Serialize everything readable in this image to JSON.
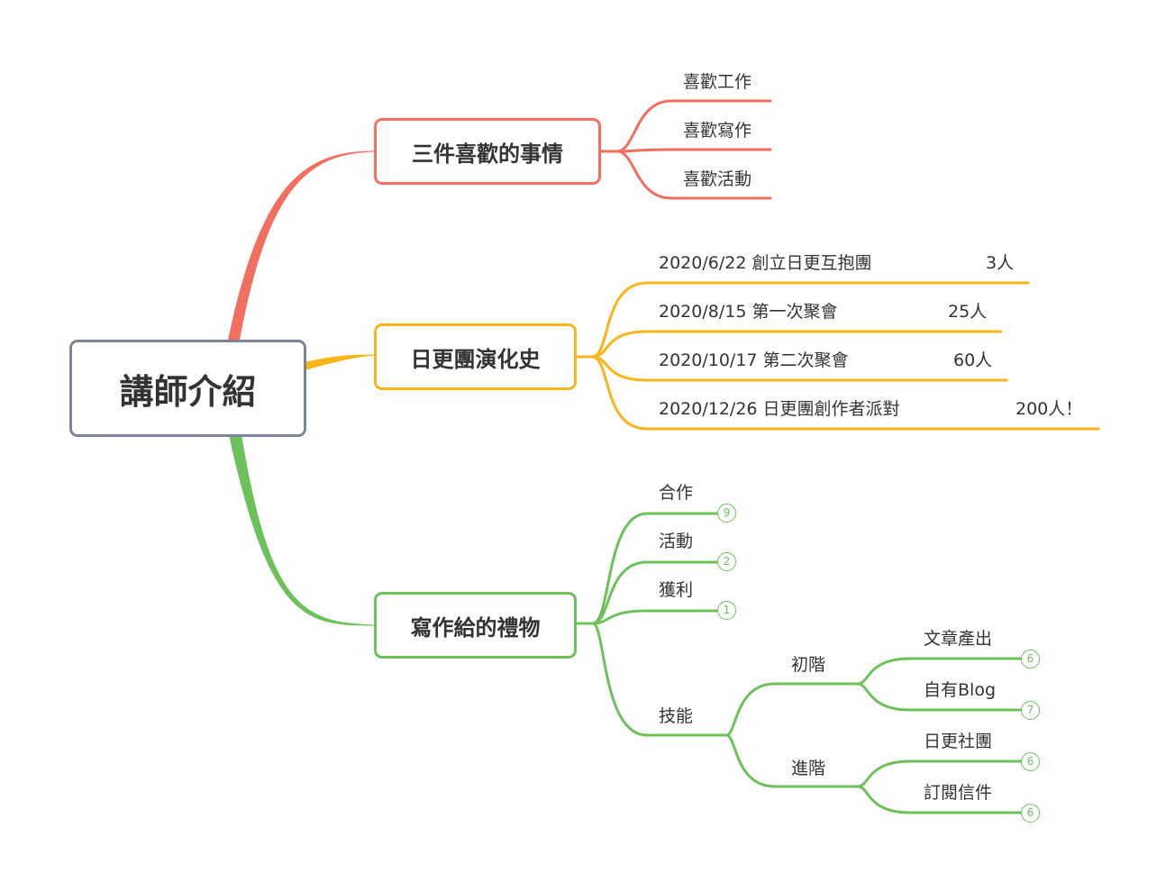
{
  "root": {
    "label": "講師介紹"
  },
  "branches": [
    {
      "label": "三件喜歡的事情",
      "color": "#f26f5f",
      "children": [
        {
          "label": "喜歡工作"
        },
        {
          "label": "喜歡寫作"
        },
        {
          "label": "喜歡活動"
        }
      ]
    },
    {
      "label": "日更團演化史",
      "color": "#f9b51a",
      "children": [
        {
          "label": "2020/6/22  創立日更互抱團",
          "count": "3人"
        },
        {
          "label": "2020/8/15  第一次聚會",
          "count": "25人"
        },
        {
          "label": "2020/10/17 第二次聚會",
          "count": "60人"
        },
        {
          "label": "2020/12/26  日更團創作者派對",
          "count": "200人！"
        }
      ]
    },
    {
      "label": "寫作給的禮物",
      "color": "#6cc15a",
      "children": [
        {
          "label": "合作",
          "badge": "9"
        },
        {
          "label": "活動",
          "badge": "2"
        },
        {
          "label": "獲利",
          "badge": "1"
        },
        {
          "label": "技能",
          "children": [
            {
              "label": "初階",
              "children": [
                {
                  "label": "文章產出",
                  "badge": "6"
                },
                {
                  "label": "自有Blog",
                  "badge": "7"
                }
              ]
            },
            {
              "label": "進階",
              "children": [
                {
                  "label": "日更社團",
                  "badge": "6"
                },
                {
                  "label": "訂閱信件",
                  "badge": "6"
                }
              ]
            }
          ]
        }
      ]
    }
  ],
  "colors": {
    "root_border": "#7d8696",
    "text": "#333333"
  }
}
